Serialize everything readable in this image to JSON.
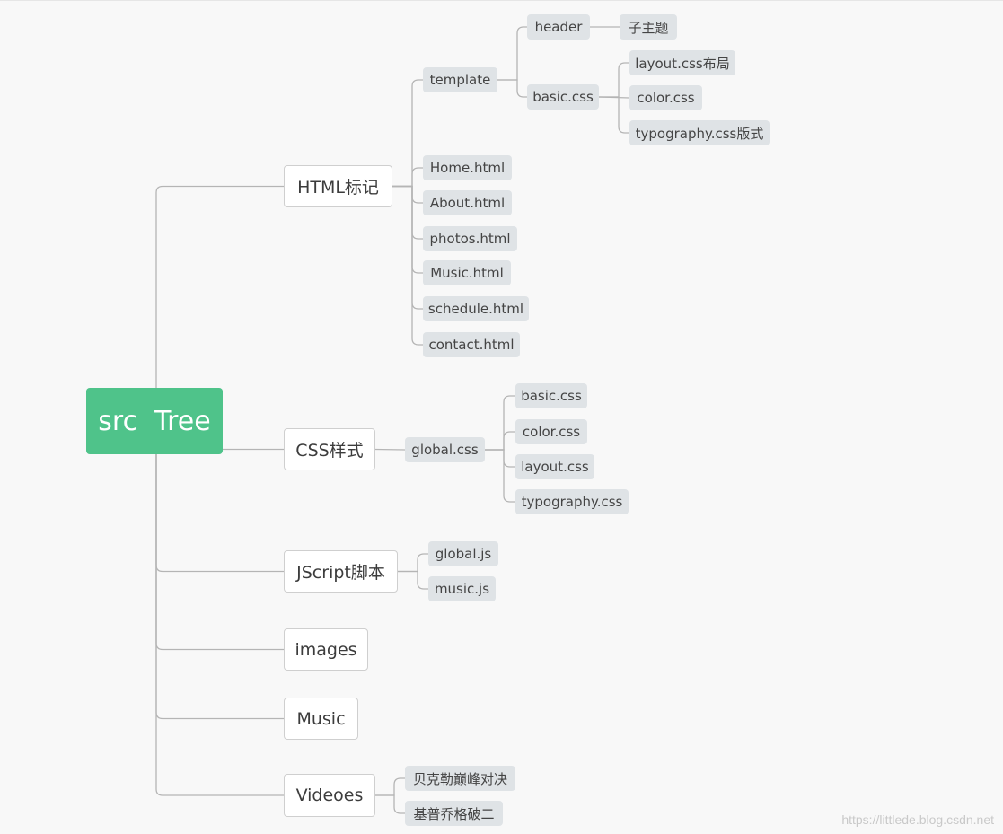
{
  "root": {
    "label": "src  Tree"
  },
  "html": {
    "label": "HTML标记",
    "template": {
      "label": "template",
      "header": {
        "label": "header",
        "child": "子主题"
      },
      "basic_css": {
        "label": "basic.css",
        "children": [
          "layout.css布局",
          "color.css",
          "typography.css版式"
        ]
      }
    },
    "pages": [
      "Home.html",
      "About.html",
      "photos.html",
      "Music.html",
      "schedule.html",
      "contact.html"
    ]
  },
  "css": {
    "label": "CSS样式",
    "global": {
      "label": "global.css",
      "children": [
        "basic.css",
        "color.css",
        "layout.css",
        "typography.css"
      ]
    }
  },
  "js": {
    "label": "JScript脚本",
    "children": [
      "global.js",
      "music.js"
    ]
  },
  "images": {
    "label": "images"
  },
  "music": {
    "label": "Music"
  },
  "videos": {
    "label": "Videoes",
    "children": [
      "贝克勒巅峰对决",
      "基普乔格破二"
    ]
  },
  "watermark": "https://littlede.blog.csdn.net",
  "colors": {
    "root_bg": "#4fc38a",
    "branch_bg": "#ffffff",
    "leaf_bg": "#dfe3e6",
    "connector": "#b5b5b5"
  }
}
